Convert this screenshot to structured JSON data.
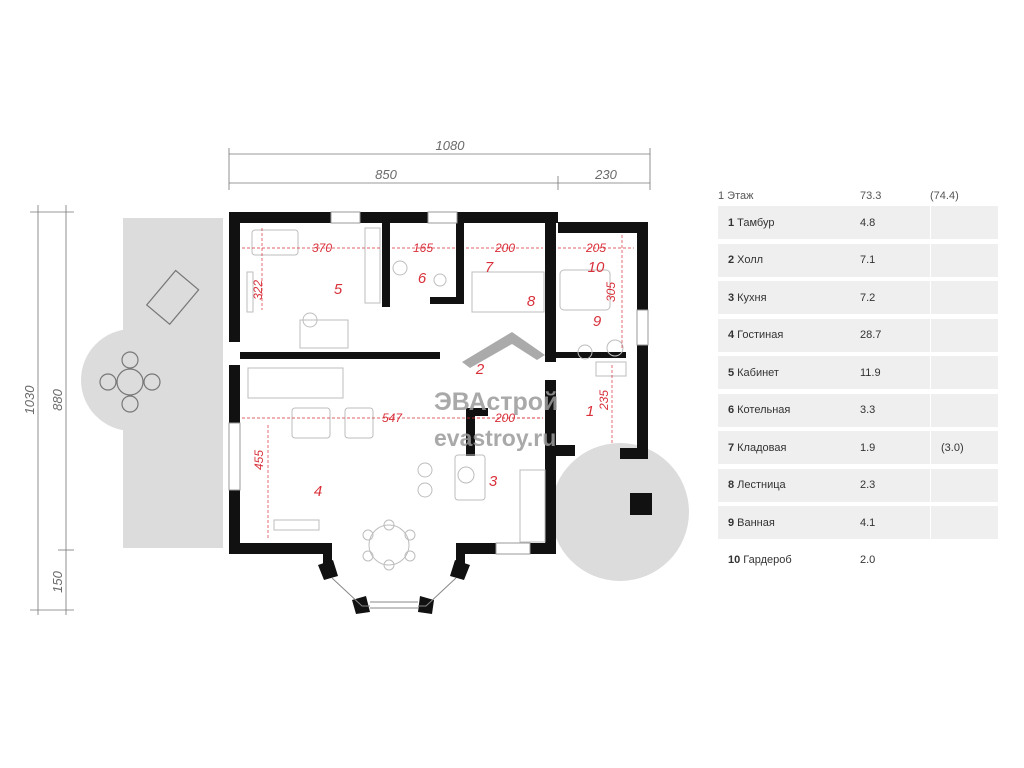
{
  "plan": {
    "dims": {
      "total_width": "1080",
      "width_main": "850",
      "width_side": "230",
      "total_height": "1030",
      "height_main": "880",
      "height_bay": "150"
    },
    "room_labels": [
      "1",
      "2",
      "3",
      "4",
      "5",
      "6",
      "7",
      "8",
      "9",
      "10"
    ],
    "inner_dims": {
      "d370": "370",
      "d165": "165",
      "d200_top": "200",
      "d205": "205",
      "d322": "322",
      "d305": "305",
      "d547": "547",
      "d200_mid": "200",
      "d235": "235",
      "d455": "455"
    },
    "watermark": {
      "brand": "ЭВАстрой",
      "site": "evastroy.ru"
    }
  },
  "legend": {
    "floor": "1 Этаж",
    "total": "73.3",
    "total_alt": "(74.4)",
    "rooms": [
      {
        "num": "1",
        "name": "Тамбур",
        "area": "4.8",
        "alt": ""
      },
      {
        "num": "2",
        "name": "Холл",
        "area": "7.1",
        "alt": ""
      },
      {
        "num": "3",
        "name": "Кухня",
        "area": "7.2",
        "alt": ""
      },
      {
        "num": "4",
        "name": "Гостиная",
        "area": "28.7",
        "alt": ""
      },
      {
        "num": "5",
        "name": "Кабинет",
        "area": "11.9",
        "alt": ""
      },
      {
        "num": "6",
        "name": "Котельная",
        "area": "3.3",
        "alt": ""
      },
      {
        "num": "7",
        "name": "Кладовая",
        "area": "1.9",
        "alt": "(3.0)"
      },
      {
        "num": "8",
        "name": "Лестница",
        "area": "2.3",
        "alt": ""
      },
      {
        "num": "9",
        "name": "Ванная",
        "area": "4.1",
        "alt": ""
      },
      {
        "num": "10",
        "name": "Гардероб",
        "area": "2.0",
        "alt": ""
      }
    ]
  },
  "colors": {
    "wall": "#111111",
    "terrace": "#dcdcdc",
    "accent": "#d9303a",
    "dimension": "#6a6a6a"
  }
}
